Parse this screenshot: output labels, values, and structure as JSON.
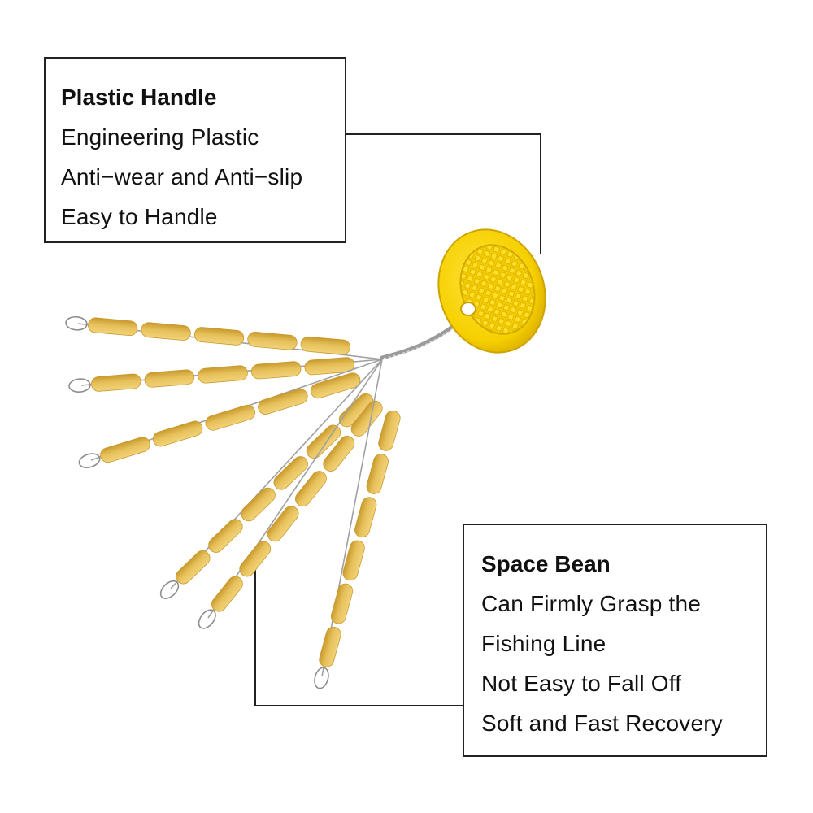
{
  "colors": {
    "handle": "#f6d000",
    "handle_dark": "#d4a800",
    "bean": "#e6c05a",
    "bean_dark": "#c99a2e",
    "wire": "#a0a0a0",
    "leader_line": "#222222"
  },
  "callouts": {
    "handle": {
      "title": "Plastic Handle",
      "lines": [
        "Engineering Plastic",
        "Anti−wear and Anti−slip",
        "Easy to Handle"
      ]
    },
    "bean": {
      "title": "Space Bean",
      "lines": [
        "Can Firmly Grasp the",
        "Fishing Line",
        "Not Easy to Fall Off",
        "Soft and Fast Recovery"
      ]
    }
  },
  "product": {
    "strand_count": 6,
    "handle_shape": "round-disc-with-grid"
  }
}
